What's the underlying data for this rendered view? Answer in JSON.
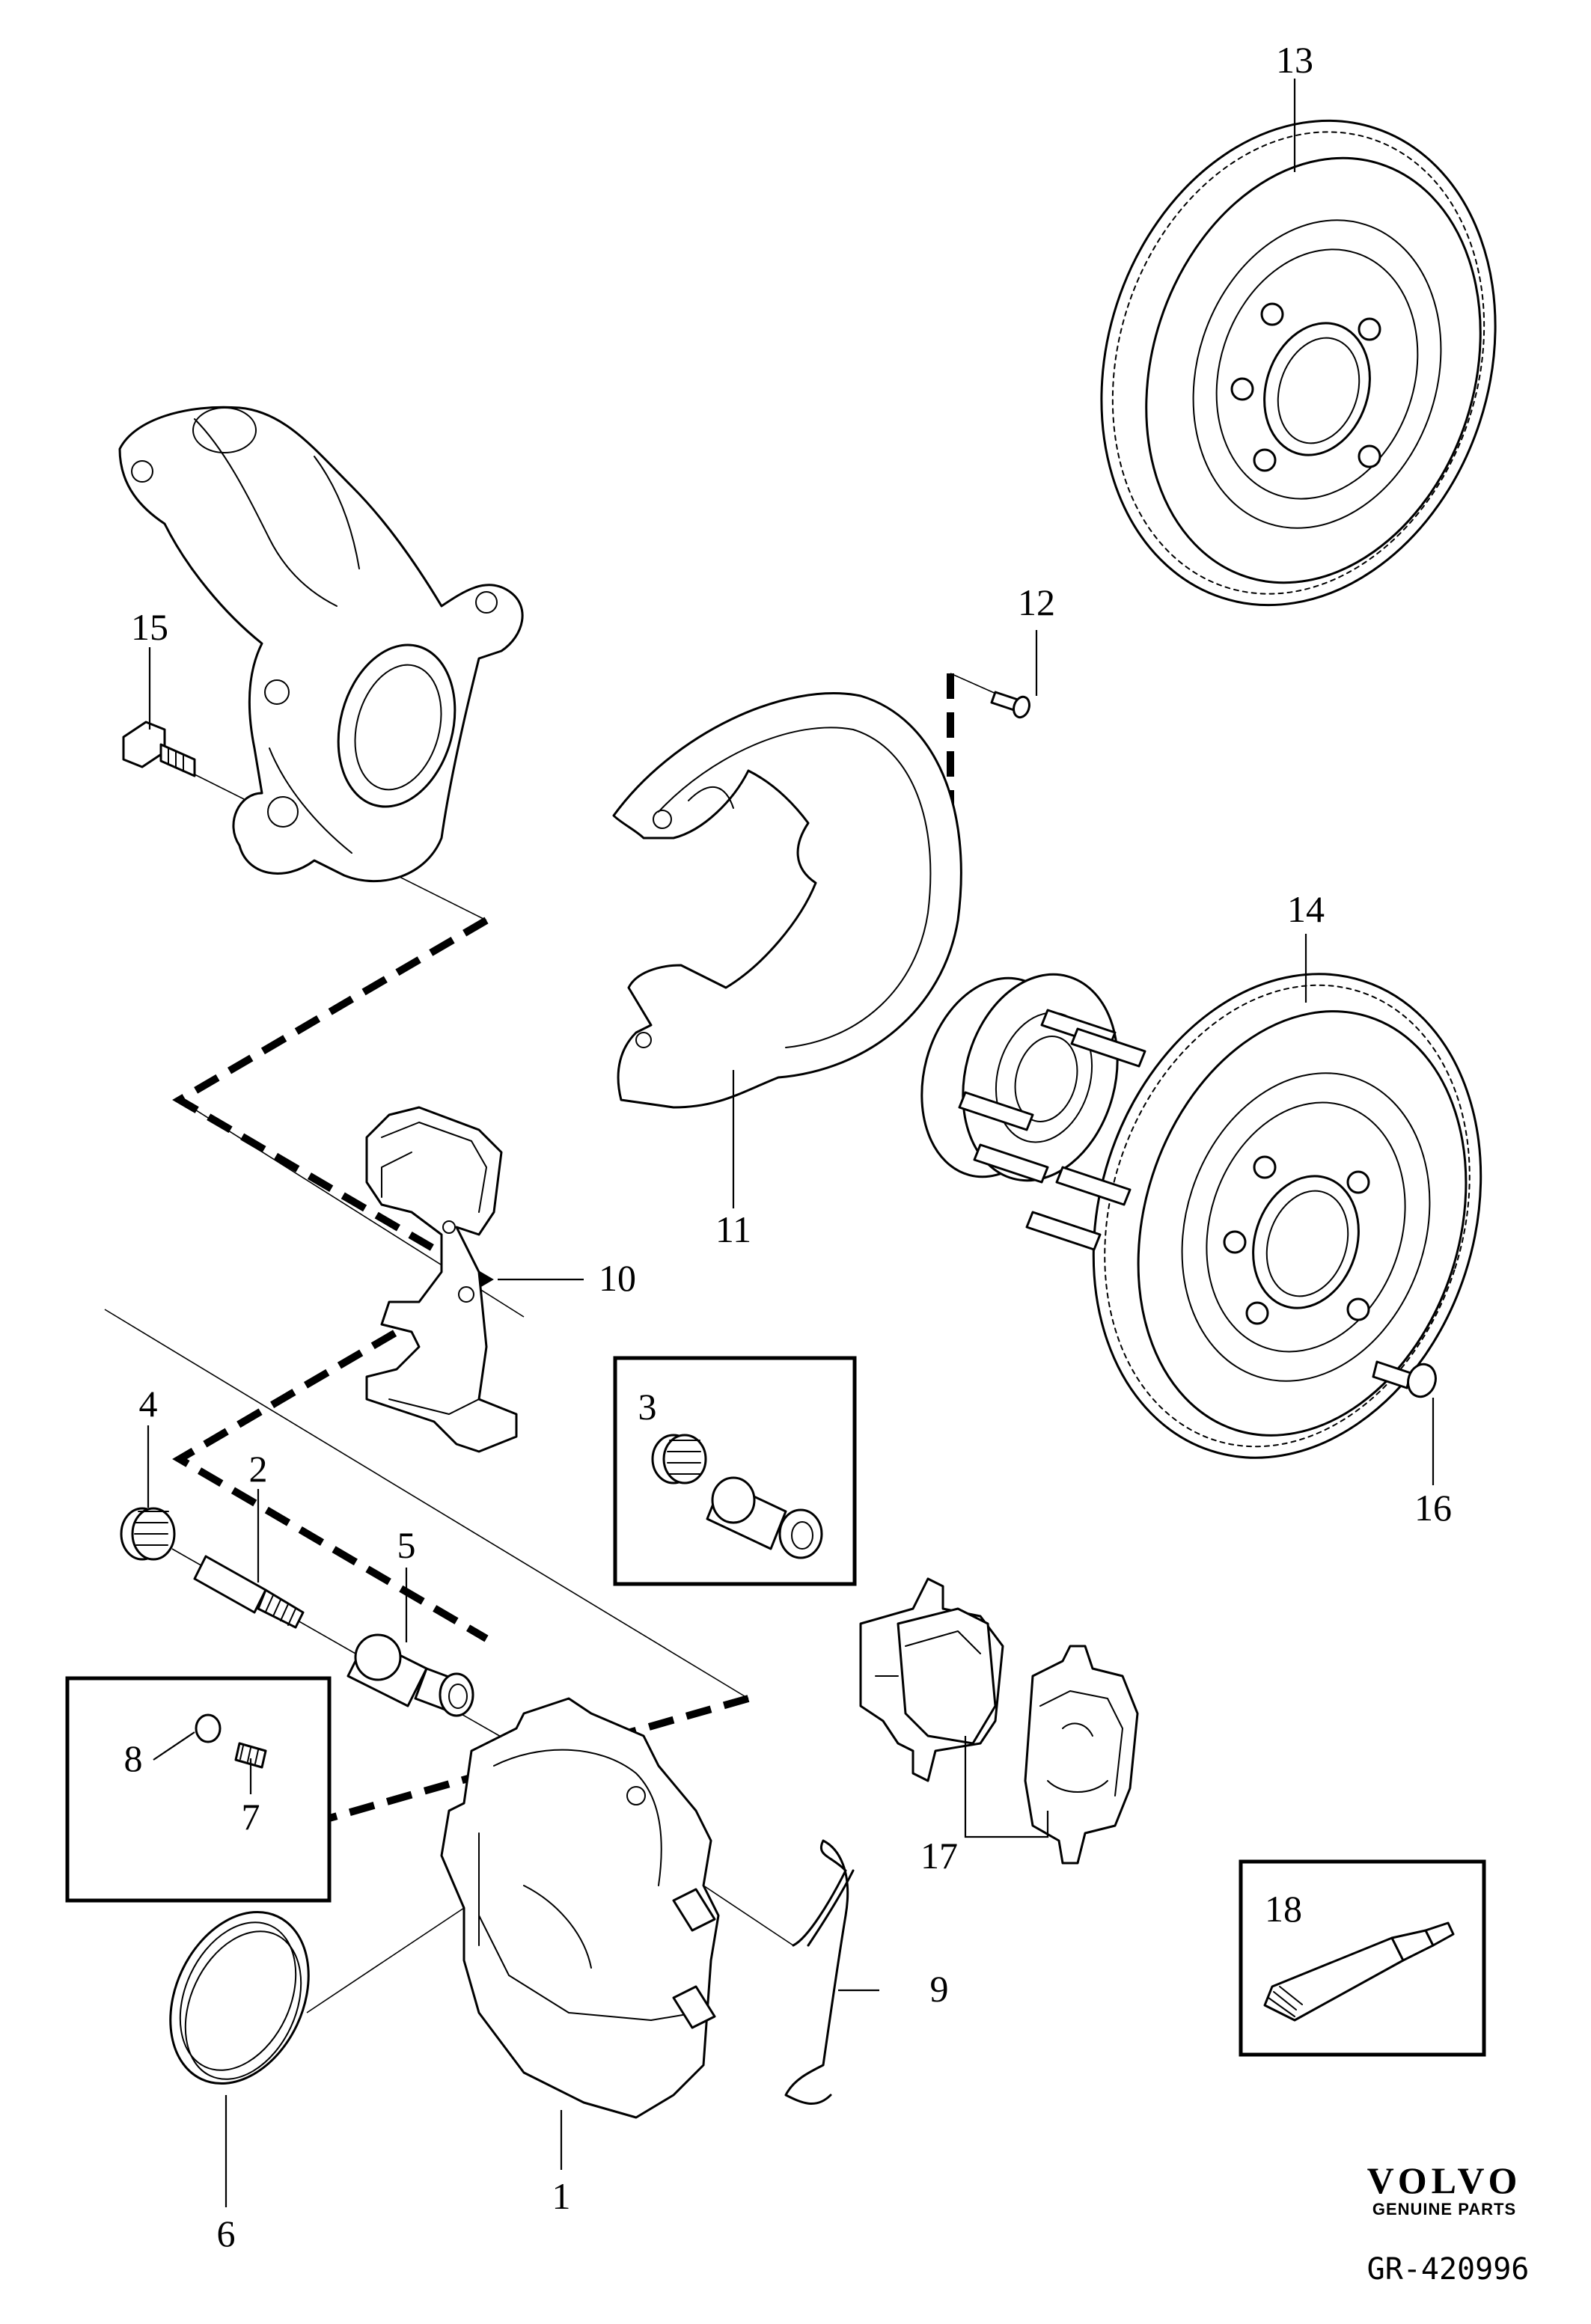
{
  "callouts": {
    "c1": "1",
    "c2": "2",
    "c3": "3",
    "c4": "4",
    "c5": "5",
    "c6": "6",
    "c7": "7",
    "c8": "8",
    "c9": "9",
    "c10": "10",
    "c11": "11",
    "c12": "12",
    "c13": "13",
    "c14": "14",
    "c15": "15",
    "c16": "16",
    "c17": "17",
    "c18": "18"
  },
  "brand": {
    "logo": "VOLVO",
    "subtitle": "GENUINE PARTS"
  },
  "reference": "GR-420996"
}
